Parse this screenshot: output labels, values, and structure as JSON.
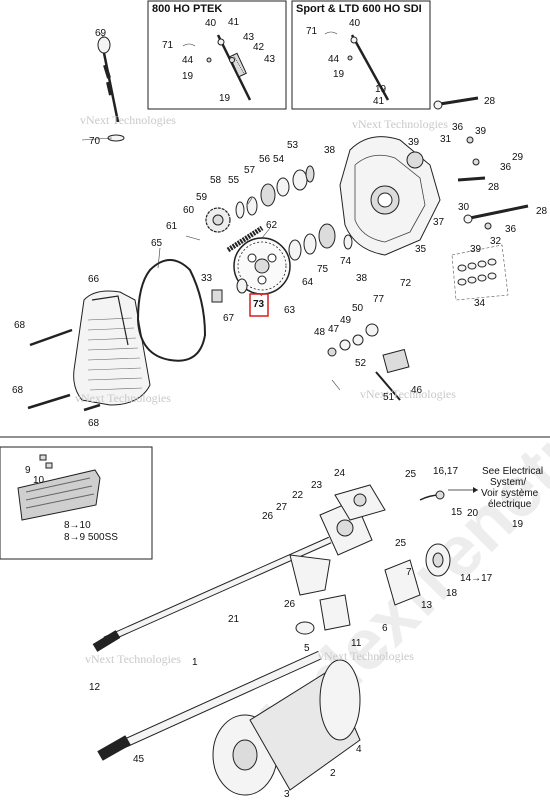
{
  "insets": {
    "left_title": "800 HO PTEK",
    "right_title": "Sport & LTD 600 HO SDI"
  },
  "watermark": {
    "small": "vNext Technologies",
    "big": "vladexfrenetr"
  },
  "note": {
    "line1": "See Electrical",
    "line2": "System/",
    "line3": "Voir système",
    "line4": "électrique"
  },
  "highlight_label": "73",
  "labels": {
    "p69": "69",
    "p70": "70",
    "p40a": "40",
    "p41a": "41",
    "p43a": "43",
    "p42": "42",
    "p43b": "43",
    "p71a": "71",
    "p44a": "44",
    "p19a": "19",
    "p19b": "19",
    "p40b": "40",
    "p71b": "71",
    "p44b": "44",
    "p19c": "19",
    "p19d": "19",
    "p41b": "41",
    "p28a": "28",
    "p36a": "36",
    "p31": "31",
    "p39a": "39",
    "p39b": "39",
    "p29": "29",
    "p36b": "36",
    "p28b": "28",
    "p30": "30",
    "p28c": "28",
    "p36c": "36",
    "p32": "32",
    "p37": "37",
    "p39c": "39",
    "p38a": "38",
    "p53": "53",
    "p56": "56",
    "p54": "54",
    "p57": "57",
    "p55": "55",
    "p58": "58",
    "p59": "59",
    "p60": "60",
    "p61": "61",
    "p62": "62",
    "p65": "65",
    "p66": "66",
    "p33": "33",
    "p67": "67",
    "p63": "63",
    "p64": "64",
    "p75": "75",
    "p74": "74",
    "p38b": "38",
    "p72": "72",
    "p35": "35",
    "p34": "34",
    "p68a": "68",
    "p68b": "68",
    "p68c": "68",
    "p50": "50",
    "p49": "49",
    "p47": "47",
    "p48": "48",
    "p77": "77",
    "p52": "52",
    "p51": "51",
    "p46": "46",
    "p9": "9",
    "p10": "10",
    "p8to10": "8→10",
    "p8to9": "8→9 500SS",
    "p24": "24",
    "p25a": "25",
    "p23": "23",
    "p22": "22",
    "p27": "27",
    "p26a": "26",
    "p25b": "25",
    "p1617": "16,17",
    "p15": "15",
    "p20": "20",
    "p19e": "19",
    "p21": "21",
    "p26b": "26",
    "p7": "7",
    "p13": "13",
    "p18": "18",
    "p14to17": "14→17",
    "p6": "6",
    "p11": "11",
    "p5": "5",
    "p1": "1",
    "p12": "12",
    "p2": "2",
    "p3": "3",
    "p4": "4",
    "p45": "45"
  }
}
